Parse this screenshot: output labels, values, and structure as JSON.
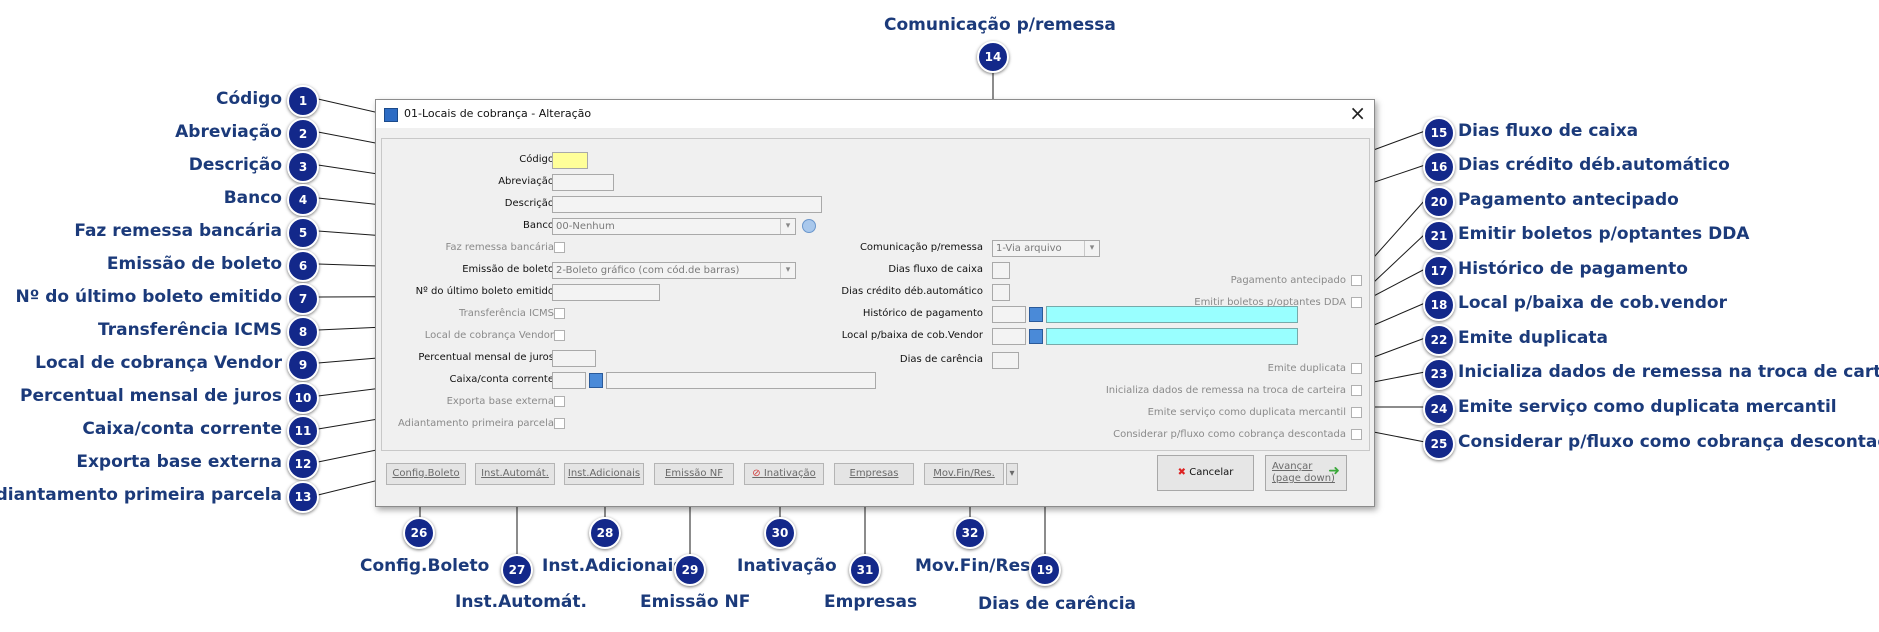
{
  "window": {
    "title": "01-Locais de cobrança - Alteração",
    "close_glyph": "×"
  },
  "form": {
    "codigo": {
      "label": "Código",
      "value": ""
    },
    "abreviacao": {
      "label": "Abreviação",
      "value": ""
    },
    "descricao": {
      "label": "Descrição",
      "value": ""
    },
    "banco": {
      "label": "Banco",
      "value": "00-Nenhum"
    },
    "faz_remessa": {
      "label": "Faz remessa bancária"
    },
    "emissao_boleto": {
      "label": "Emissão de boleto",
      "value": "2-Boleto gráfico (com cód.de barras)"
    },
    "ultimo_boleto": {
      "label": "Nº do último boleto emitido",
      "value": ""
    },
    "transferencia_icms": {
      "label": "Transferência ICMS"
    },
    "local_vendor": {
      "label": "Local de cobrança Vendor"
    },
    "percentual_juros": {
      "label": "Percentual mensal de juros",
      "value": ""
    },
    "caixa_conta": {
      "label": "Caixa/conta corrente",
      "value": ""
    },
    "exporta_base": {
      "label": "Exporta base externa"
    },
    "adiantamento": {
      "label": "Adiantamento primeira parcela"
    },
    "comunicacao": {
      "label": "Comunicação p/remessa",
      "value": "1-Via arquivo"
    },
    "dias_fluxo": {
      "label": "Dias fluxo de caixa",
      "value": ""
    },
    "dias_credito": {
      "label": "Dias crédito déb.automático",
      "value": ""
    },
    "historico_pagamento": {
      "label": "Histórico de pagamento",
      "value": ""
    },
    "local_baixa_vendor": {
      "label": "Local p/baixa de cob.Vendor",
      "value": ""
    },
    "dias_carencia": {
      "label": "Dias de carência",
      "value": ""
    },
    "pagamento_antecipado": {
      "label": "Pagamento antecipado"
    },
    "emitir_dda": {
      "label": "Emitir boletos p/optantes DDA"
    },
    "emite_duplicata": {
      "label": "Emite duplicata"
    },
    "inicializa_remessa": {
      "label": "Inicializa dados de remessa na troca de carteira"
    },
    "emite_servico": {
      "label": "Emite serviço como duplicata mercantil"
    },
    "considerar_fluxo": {
      "label": "Considerar p/fluxo como cobrança descontada"
    }
  },
  "buttons": {
    "config_boleto": "Config.Boleto",
    "inst_automat": "Inst.Automát.",
    "inst_adicionais": "Inst.Adicionais",
    "emissao_nf": "Emissão NF",
    "inativacao": "Inativação",
    "empresas": "Empresas",
    "mov_fin": "Mov.Fin/Res.",
    "cancelar": "Cancelar",
    "avancar_1": "Avançar",
    "avancar_2": "(page down)"
  },
  "colors": {
    "badge": "#13288a",
    "callout_text": "#1b3a7a",
    "required_field": "#ffff99",
    "highlight_field": "#99ffff"
  },
  "callouts": [
    {
      "n": "1",
      "label": "Código"
    },
    {
      "n": "2",
      "label": "Abreviação"
    },
    {
      "n": "3",
      "label": "Descrição"
    },
    {
      "n": "4",
      "label": "Banco"
    },
    {
      "n": "5",
      "label": "Faz remessa bancária"
    },
    {
      "n": "6",
      "label": "Emissão de boleto"
    },
    {
      "n": "7",
      "label": "Nº do último boleto emitido"
    },
    {
      "n": "8",
      "label": "Transferência ICMS"
    },
    {
      "n": "9",
      "label": "Local de cobrança Vendor"
    },
    {
      "n": "10",
      "label": "Percentual mensal de juros"
    },
    {
      "n": "11",
      "label": "Caixa/conta corrente"
    },
    {
      "n": "12",
      "label": "Exporta base externa"
    },
    {
      "n": "13",
      "label": "Adiantamento primeira parcela"
    },
    {
      "n": "14",
      "label": "Comunicação p/remessa"
    },
    {
      "n": "15",
      "label": "Dias fluxo de caixa"
    },
    {
      "n": "16",
      "label": "Dias crédito déb.automático"
    },
    {
      "n": "17",
      "label": "Histórico de pagamento"
    },
    {
      "n": "18",
      "label": "Local p/baixa de cob.vendor"
    },
    {
      "n": "19",
      "label": "Dias de carência"
    },
    {
      "n": "20",
      "label": "Pagamento antecipado"
    },
    {
      "n": "21",
      "label": "Emitir boletos p/optantes DDA"
    },
    {
      "n": "22",
      "label": "Emite duplicata"
    },
    {
      "n": "23",
      "label": "Inicializa dados de remessa na troca de carteira"
    },
    {
      "n": "24",
      "label": "Emite serviço como duplicata mercantil"
    },
    {
      "n": "25",
      "label": "Considerar p/fluxo como cobrança descontada"
    },
    {
      "n": "26",
      "label": "Config.Boleto"
    },
    {
      "n": "27",
      "label": "Inst.Automát."
    },
    {
      "n": "28",
      "label": "Inst.Adicionais"
    },
    {
      "n": "29",
      "label": "Emissão NF"
    },
    {
      "n": "30",
      "label": "Inativação"
    },
    {
      "n": "31",
      "label": "Empresas"
    },
    {
      "n": "32",
      "label": "Mov.Fin/Res."
    }
  ]
}
